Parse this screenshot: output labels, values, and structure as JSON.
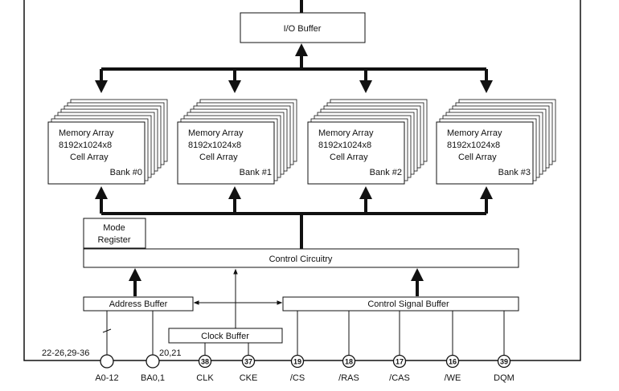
{
  "io_buffer": "I/O Buffer",
  "banks": [
    {
      "line1": "Memory Array",
      "line2": "8192x1024x8",
      "line3": "Cell Array",
      "bank": "Bank #0"
    },
    {
      "line1": "Memory Array",
      "line2": "8192x1024x8",
      "line3": "Cell Array",
      "bank": "Bank #1"
    },
    {
      "line1": "Memory Array",
      "line2": "8192x1024x8",
      "line3": "Cell Array",
      "bank": "Bank #2"
    },
    {
      "line1": "Memory Array",
      "line2": "8192x1024x8",
      "line3": "Cell Array",
      "bank": "Bank #3"
    }
  ],
  "mode_register": {
    "line1": "Mode",
    "line2": "Register"
  },
  "control_circuitry": "Control Circuitry",
  "address_buffer": "Address Buffer",
  "control_signal_buffer": "Control Signal Buffer",
  "clock_buffer": "Clock Buffer",
  "address_pins_label": "22-26,29-36",
  "bank_pins_label": "20,21",
  "pins": [
    {
      "name": "A0-12",
      "number": ""
    },
    {
      "name": "BA0,1",
      "number": ""
    },
    {
      "name": "CLK",
      "number": "38"
    },
    {
      "name": "CKE",
      "number": "37"
    },
    {
      "name": "/CS",
      "number": "19"
    },
    {
      "name": "/RAS",
      "number": "18"
    },
    {
      "name": "/CAS",
      "number": "17"
    },
    {
      "name": "/WE",
      "number": "16"
    },
    {
      "name": "DQM",
      "number": "39"
    }
  ]
}
